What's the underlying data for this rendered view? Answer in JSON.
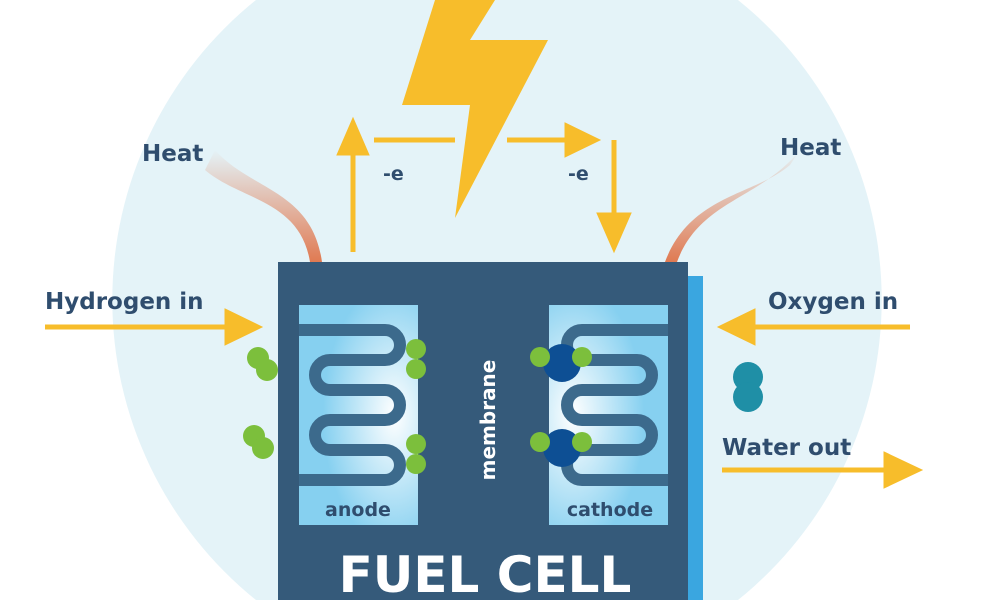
{
  "labels": {
    "heat_left": "Heat",
    "heat_right": "Heat",
    "electron_left": "-e",
    "electron_right": "-e",
    "hydrogen_in": "Hydrogen in",
    "oxygen_in": "Oxygen in",
    "water_out": "Water out",
    "anode": "anode",
    "cathode": "cathode",
    "membrane": "membrane",
    "title": "FUEL CELL"
  },
  "colors": {
    "background_circle": "#e4f3f8",
    "cell_body": "#355a7a",
    "electrode": "#86d0f0",
    "arrow": "#f7bd2b",
    "hydrogen": "#7cbf3c",
    "oxygen": "#0d4f94",
    "water": "#1f8fa6"
  }
}
